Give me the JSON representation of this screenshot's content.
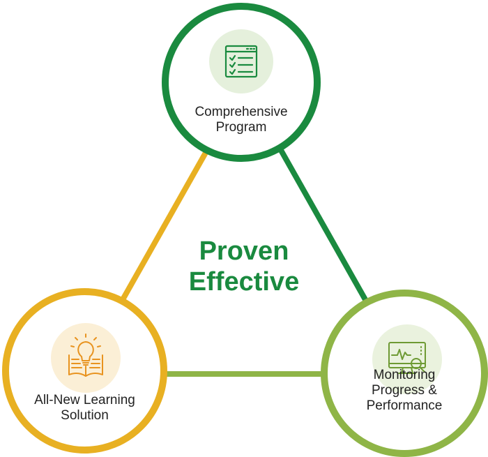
{
  "center": {
    "line1": "Proven",
    "line2": "Effective"
  },
  "nodes": {
    "top": {
      "line1": "Comprehensive",
      "line2": "Program",
      "icon": "checklist-icon",
      "color": "#1a8a3f"
    },
    "left": {
      "line1": "All-New Learning",
      "line2": "Solution",
      "icon": "lightbulb-book-icon",
      "color": "#e8b022"
    },
    "right": {
      "line1": "Monitoring",
      "line2": "Progress &",
      "line3": "Performance",
      "icon": "monitor-magnifier-icon",
      "color": "#8fb547"
    }
  }
}
